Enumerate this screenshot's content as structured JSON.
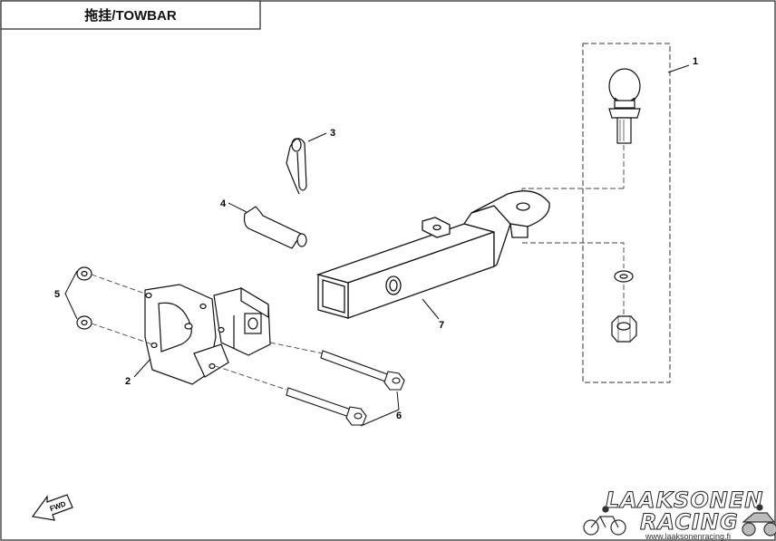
{
  "diagram": {
    "title": "拖挂/TOWBAR",
    "fwd_label": "FWD",
    "callouts": {
      "c1": "1",
      "c2": "2",
      "c3": "3",
      "c4": "4",
      "c5": "5",
      "c6": "6",
      "c7": "7"
    },
    "parts_note": "hitch ball, bracket, pin clip, hitch pin, washers, bolts, receiver tube"
  },
  "watermark": {
    "line1": "LAAKSONEN",
    "line2": "RACING",
    "url": "www.laaksonenracing.fi"
  }
}
